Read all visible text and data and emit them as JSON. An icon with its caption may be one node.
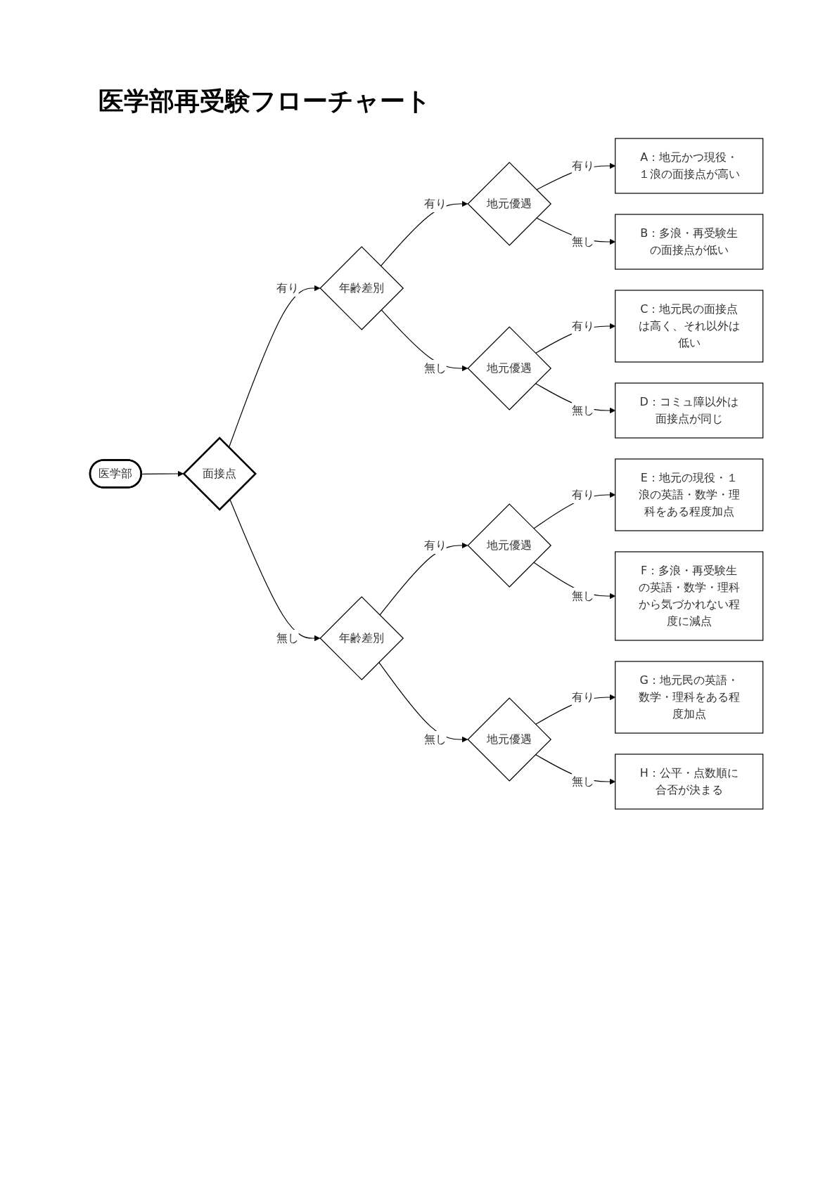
{
  "diagram": {
    "title": "医学部再受験フローチャート",
    "nodes": [
      {
        "text": [
          "医学部"
        ]
      },
      {
        "text": [
          "面接点"
        ]
      },
      {
        "text": [
          "年齢差別"
        ]
      },
      {
        "text": [
          "年齢差別"
        ]
      },
      {
        "text": [
          "地元優遇"
        ]
      },
      {
        "text": [
          "地元優遇"
        ]
      },
      {
        "text": [
          "地元優遇"
        ]
      },
      {
        "text": [
          "地元優遇"
        ]
      },
      {
        "text": [
          "A：地元かつ現役・１浪の面接点が高い"
        ]
      },
      {
        "text": [
          "B：多浪・再受験生の面接点が低い"
        ]
      },
      {
        "text": [
          "C：地元民の面接点は高く、それ以外は低い"
        ]
      },
      {
        "text": [
          "D：コミュ障以外は面接点が同じ"
        ]
      },
      {
        "text": [
          "E：地元の現役・１浪の英語・数学・理科をある程度加点"
        ]
      },
      {
        "text": [
          "F：多浪・再受験生の英語・数学・理科から気づかれない程度に減点"
        ]
      },
      {
        "text": [
          "G：地元民の英語・数学・理科をある程度加点"
        ]
      },
      {
        "text": [
          "H：公平・点数順に合否が決まる"
        ]
      }
    ],
    "edges": [
      {
        "from": 0,
        "to": 1,
        "arrow": "to"
      },
      {
        "from": 1,
        "to": 2,
        "arrow": "to",
        "label": "有り"
      },
      {
        "from": 1,
        "to": 3,
        "arrow": "to",
        "label": "無し"
      },
      {
        "from": 2,
        "to": 4,
        "arrow": "to",
        "label": "有り"
      },
      {
        "from": 2,
        "to": 5,
        "arrow": "to",
        "label": "無し"
      },
      {
        "from": 3,
        "to": 6,
        "arrow": "to",
        "label": "有り"
      },
      {
        "from": 3,
        "to": 7,
        "arrow": "to",
        "label": "無し"
      },
      {
        "from": 4,
        "to": 8,
        "arrow": "to",
        "label": "有り"
      },
      {
        "from": 4,
        "to": 9,
        "arrow": "to",
        "label": "無し"
      },
      {
        "from": 5,
        "to": 10,
        "arrow": "to",
        "label": "有り"
      },
      {
        "from": 5,
        "to": 11,
        "arrow": "to",
        "label": "無し"
      },
      {
        "from": 6,
        "to": 12,
        "arrow": "to",
        "label": "有り"
      },
      {
        "from": 6,
        "to": 13,
        "arrow": "to",
        "label": "無し"
      },
      {
        "from": 7,
        "to": 14,
        "arrow": "to",
        "label": "有り"
      },
      {
        "from": 7,
        "to": 15,
        "arrow": "to",
        "label": "無し"
      }
    ]
  }
}
